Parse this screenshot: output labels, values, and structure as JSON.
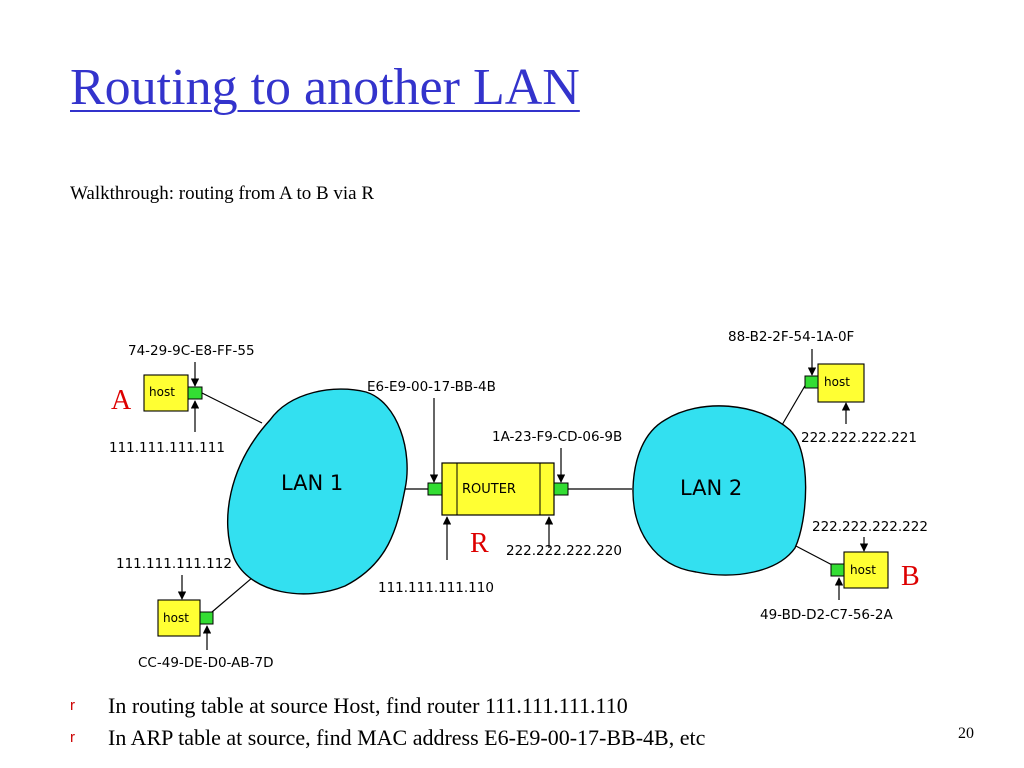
{
  "slide": {
    "title": "Routing to another LAN",
    "subtitle": "Walkthrough: routing from A to B via R",
    "page_number": "20"
  },
  "diagram": {
    "lan1_label": "LAN 1",
    "lan2_label": "LAN 2",
    "router_label": "ROUTER",
    "host_label": "host",
    "node_a": "A",
    "node_b": "B",
    "node_r": "R",
    "host_a_mac": "74-29-9C-E8-FF-55",
    "host_a_ip": "111.111.111.111",
    "host_c_ip": "111.111.111.112",
    "host_c_mac": "CC-49-DE-D0-AB-7D",
    "router_lan1_mac": "E6-E9-00-17-BB-4B",
    "router_lan1_ip": "111.111.111.110",
    "router_lan2_mac": "1A-23-F9-CD-06-9B",
    "router_lan2_ip": "222.222.222.220",
    "host_d_mac": "88-B2-2F-54-1A-0F",
    "host_d_ip": "222.222.222.221",
    "host_b_ip": "222.222.222.222",
    "host_b_mac": "49-BD-D2-C7-56-2A",
    "colors": {
      "lan": "#33e0f0",
      "host": "#ffff33",
      "nic": "#33dd33",
      "accent": "#dd0000"
    }
  },
  "bullets": [
    {
      "marker": "r",
      "text": "In routing table at source Host, find router 111.111.111.110"
    },
    {
      "marker": "r",
      "text": "In ARP table at source, find MAC address E6-E9-00-17-BB-4B, etc"
    }
  ]
}
